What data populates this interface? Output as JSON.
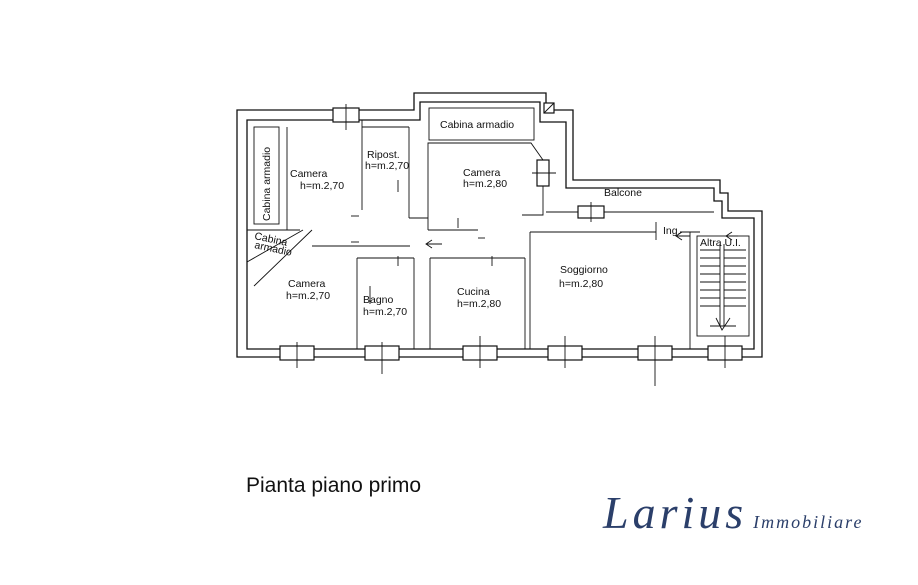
{
  "caption": "Pianta piano primo",
  "brand": {
    "name": "Larius",
    "tagline": "Immobiliare",
    "color": "#2b3f6a"
  },
  "rooms": {
    "cabina_armadio_left": "Cabina armadio",
    "camera_1": {
      "name": "Camera",
      "height": "h=m.2,70"
    },
    "ripost": {
      "name": "Ripost.",
      "height": "h=m.2,70"
    },
    "cabina_armadio_top": "Cabina armadio",
    "camera_2": {
      "name": "Camera",
      "height": "h=m.2,80"
    },
    "balcone": "Balcone",
    "cabina_armadio_diag_1": "Cabina",
    "cabina_armadio_diag_2": "armadio",
    "camera_3": {
      "name": "Camera",
      "height": "h=m.2,70"
    },
    "bagno": {
      "name": "Bagno",
      "height": "h=m.2,70"
    },
    "cucina": {
      "name": "Cucina",
      "height": "h=m.2,80"
    },
    "soggiorno": {
      "name": "Soggiorno",
      "height": "h=m.2,80"
    },
    "ingresso": "Ing.",
    "altra_ui": "Altra U.I."
  }
}
